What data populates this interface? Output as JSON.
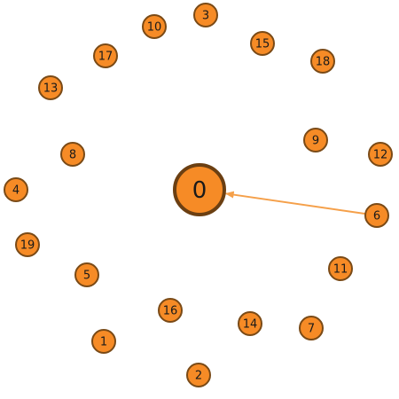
{
  "graph": {
    "center_node": "0",
    "nodes": [
      "3",
      "10",
      "15",
      "17",
      "18",
      "13",
      "9",
      "12",
      "8",
      "4",
      "6",
      "19",
      "11",
      "5",
      "16",
      "14",
      "7",
      "1",
      "2"
    ],
    "edges": [
      {
        "source": "6",
        "target": "0",
        "directed": true
      }
    ]
  },
  "colors": {
    "node_fill": "#F68B26",
    "node_stroke": "#7A4A16",
    "center_stroke": "#6B3F12",
    "edge": "#F5A04A",
    "label": "#1a1a1a",
    "background": "#ffffff"
  }
}
